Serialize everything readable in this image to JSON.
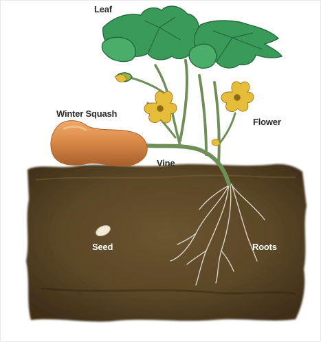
{
  "diagram": {
    "labels": {
      "leaf": "Leaf",
      "winter_squash": "Winter Squash",
      "vine": "Vine",
      "flower": "Flower",
      "seed": "Seed",
      "roots": "Roots"
    },
    "colors": {
      "leaf": "#3a9a5a",
      "leaf_dark": "#236b3d",
      "stem": "#6f8f58",
      "flower": "#e6bd3a",
      "squash": "#d98a48",
      "soil": "#5a4626",
      "soil_dark": "#3f2f19",
      "root": "#d9d3c8",
      "seed": "#f1ead7"
    }
  }
}
